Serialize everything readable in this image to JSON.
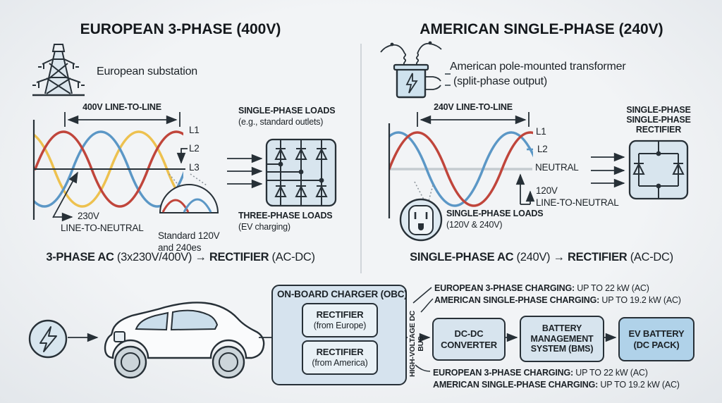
{
  "eu": {
    "title": "EUROPEAN 3-PHASE (400V)",
    "source": "European substation",
    "measure": "400V LINE-TO-LINE",
    "l1": "L1",
    "l2": "L2",
    "l3": "L3",
    "ltn1": "230V",
    "ltn2": "LINE-TO-NEUTRAL",
    "inset1": "Standard 120V",
    "inset2": "and 240es",
    "loads_top1": "SINGLE-PHASE LOADS",
    "loads_top2": "(e.g., standard outlets)",
    "loads_bot1": "THREE-PHASE LOADS",
    "loads_bot2": "(EV charging)",
    "sum_b1": "3-PHASE AC",
    "sum_r1": " (3x230V/400V) ",
    "sum_arrow": "→",
    "sum_b2": " RECTIFIER",
    "sum_r2": " (AC-DC)"
  },
  "us": {
    "title": "AMERICAN SINGLE-PHASE (240V)",
    "source1": "American pole-mounted transformer",
    "source2": "(split-phase output)",
    "measure": "240V LINE-TO-LINE",
    "l1": "L1",
    "l2": "L2",
    "neutral": "NEUTRAL",
    "ltn1": "120V",
    "ltn2": "LINE-TO-NEUTRAL",
    "loads1": "SINGLE-PHASE LOADS",
    "loads2": "(120V & 240V)",
    "rect1": "SINGLE-PHASE",
    "rect2": "SINGLE-PHASE",
    "rect3": "RECTIFIER",
    "sum_b1": "SINGLE-PHASE AC",
    "sum_r1": " (240V) ",
    "sum_arrow": "→",
    "sum_b2": " RECTIFIER",
    "sum_r2": " (AC-DC)"
  },
  "flow": {
    "obc_title": "ON-BOARD CHARGER (OBC)",
    "rect_eu1": "RECTIFIER",
    "rect_eu2": "(from Europe)",
    "rect_us1": "RECTIFIER",
    "rect_us2": "(from America)",
    "bus": "HIGH-VOLTAGE DC BUS",
    "dcdc1": "DC-DC",
    "dcdc2": "CONVERTER",
    "bms1": "BATTERY",
    "bms2": "MANAGEMENT",
    "bms3": "SYSTEM (BMS)",
    "batt1": "EV BATTERY",
    "batt2": "(DC PACK)",
    "top_line1_b": "EUROPEAN 3-PHASE CHARGING:",
    "top_line1_r": " UP TO 22 kW (AC)",
    "top_line2_b": "AMERICAN SINGLE-PHASE CHARGING:",
    "top_line2_r": " UP TO 19.2 kW (AC)",
    "bot_line1_b": "EUROPEAN 3-PHASE CHARGING:",
    "bot_line1_r": " UP TO 22 kW (AC)",
    "bot_line2_b": "AMERICAN SINGLE-PHASE CHARGING:",
    "bot_line2_r": " UP TO 19.2 kW (AC)"
  },
  "colors": {
    "red": "#c0453b",
    "blue": "#5b97c6",
    "yellow": "#edc14f",
    "neutral_gray": "#c5cbd0",
    "ink": "#273037",
    "box_fill": "#d7e4ee",
    "box_fill_light": "#e9f1f6",
    "battery_fill": "#b0d2e9",
    "bg": "#eef1f4"
  }
}
